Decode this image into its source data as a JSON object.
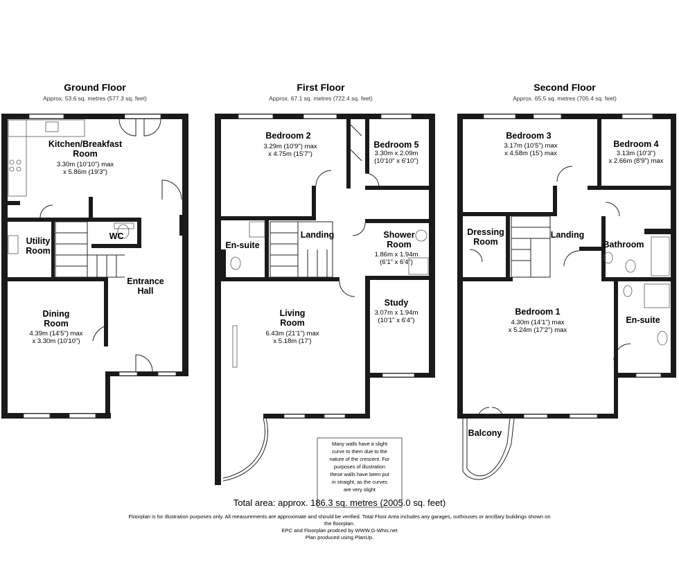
{
  "floors": [
    {
      "title": "Ground Floor",
      "area": "Approx. 53.6 sq. metres (577.3 sq. feet)",
      "rooms": [
        {
          "name": [
            "Kitchen/Breakfast",
            "Room"
          ],
          "dims": [
            "3.30m (10'10\") max",
            "x 5.86m (19'3\")"
          ]
        },
        {
          "name": [
            "Utility",
            "Room"
          ],
          "dims": []
        },
        {
          "name": [
            "WC"
          ],
          "dims": []
        },
        {
          "name": [
            "Entrance",
            "Hall"
          ],
          "dims": []
        },
        {
          "name": [
            "Dining",
            "Room"
          ],
          "dims": [
            "4.39m (14'5\") max",
            "x 3.30m (10'10\")"
          ]
        }
      ]
    },
    {
      "title": "First Floor",
      "area": "Approx. 67.1 sq. metres (722.4 sq. feet)",
      "rooms": [
        {
          "name": [
            "Bedroom 2"
          ],
          "dims": [
            "3.29m (10'9\") max",
            "x 4.75m (15'7\")"
          ]
        },
        {
          "name": [
            "Bedroom 5"
          ],
          "dims": [
            "3.30m x 2.09m",
            "(10'10\" x 6'10\")"
          ]
        },
        {
          "name": [
            "En-suite"
          ],
          "dims": []
        },
        {
          "name": [
            "Landing"
          ],
          "dims": []
        },
        {
          "name": [
            "Shower",
            "Room"
          ],
          "dims": [
            "1.86m x 1.94m",
            "(6'1\" x 6'4\")"
          ]
        },
        {
          "name": [
            "Study"
          ],
          "dims": [
            "3.07m x 1.94m",
            "(10'1\" x 6'4\")"
          ]
        },
        {
          "name": [
            "Living",
            "Room"
          ],
          "dims": [
            "6.43m (21'1\") max",
            "x 5.18m (17')"
          ]
        }
      ]
    },
    {
      "title": "Second Floor",
      "area": "Approx. 65.5 sq. metres (705.4 sq. feet)",
      "rooms": [
        {
          "name": [
            "Bedroom 3"
          ],
          "dims": [
            "3.17m (10'5\") max",
            "x 4.58m (15') max"
          ]
        },
        {
          "name": [
            "Bedroom 4"
          ],
          "dims": [
            "3.13m (10'3\")",
            "x 2.66m (8'9\") max"
          ]
        },
        {
          "name": [
            "Dressing",
            "Room"
          ],
          "dims": []
        },
        {
          "name": [
            "Landing"
          ],
          "dims": []
        },
        {
          "name": [
            "Bathroom"
          ],
          "dims": []
        },
        {
          "name": [
            "Bedroom 1"
          ],
          "dims": [
            "4.30m (14'1\") max",
            "x 5.24m (17'2\") max"
          ]
        },
        {
          "name": [
            "En-suite"
          ],
          "dims": []
        },
        {
          "name": [
            "Balcony"
          ],
          "dims": []
        }
      ]
    }
  ],
  "note": [
    "Many walls have a slight",
    "curve to them due to the",
    "nature of the crescent. For",
    "purposes of illustration",
    "these walls have been put",
    "in straight, as the curves",
    "are very slight"
  ],
  "total_area": "Total area: approx. 186.3 sq. metres (2005.0 sq. feet)",
  "disclaimer": [
    "Floorplan is for illustration purposes only. All measurements are approximate and should be verified. Total Floor Area includes any garages, outhouses or ancillary buildings shown on",
    "the floorplan.",
    "EPC and Floorplan prodced by WWW.G-Whis.net",
    "Plan produced using PlanUp."
  ]
}
